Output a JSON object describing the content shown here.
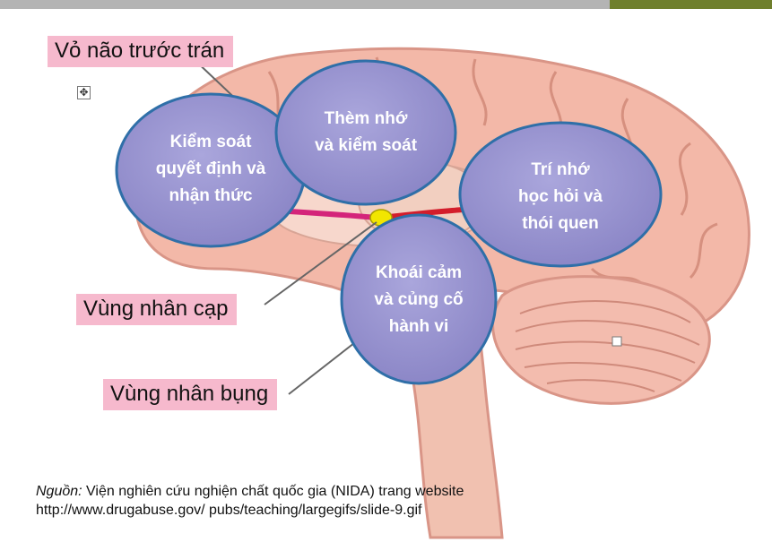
{
  "labels": {
    "prefrontal": "Vỏ não trước trán",
    "accumbens": "Vùng nhân cạp",
    "vta": "Vùng nhân bụng"
  },
  "bubbles": {
    "control": [
      "Kiểm soát",
      "quyết định và",
      "nhận thức"
    ],
    "craving": [
      "Thèm nhớ",
      "và kiểm soát"
    ],
    "memory": [
      "Trí nhớ",
      "học hỏi và",
      "thói quen"
    ],
    "pleasure": [
      "Khoái cảm",
      "và củng cố",
      "hành vi"
    ]
  },
  "source": {
    "label": "Nguồn:",
    "text": " Viện nghiên cứu nghiện chất quốc gia (NIDA) trang website",
    "url": "http://www.drugabuse.gov/ pubs/teaching/largegifs/slide-9.gif"
  },
  "colors": {
    "bubble": "#9d99d3",
    "label_bg": "#f6b9cd",
    "brain": "#f3b8a8",
    "accent_bar": "#6f7f2c"
  },
  "icons": {
    "move_handle": "move-handle-icon"
  }
}
